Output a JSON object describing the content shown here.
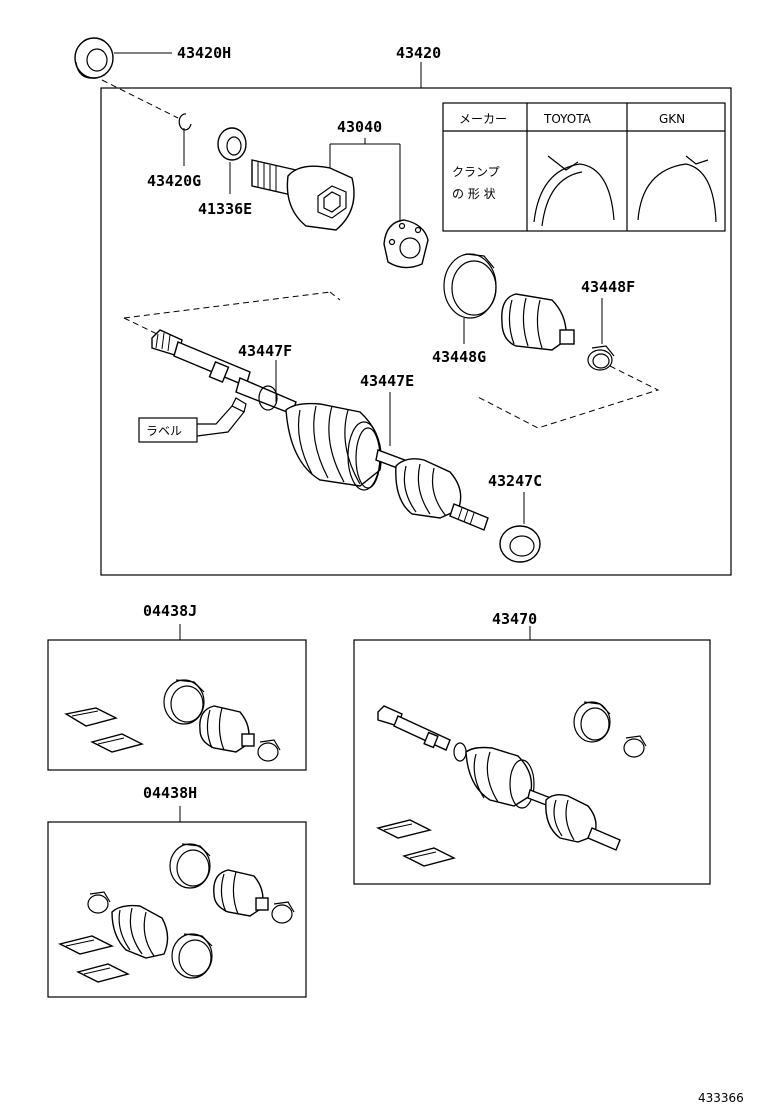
{
  "parts": {
    "p43420H": "43420H",
    "p43420": "43420",
    "p43420G": "43420G",
    "p41336E": "41336E",
    "p43040": "43040",
    "p43448F": "43448F",
    "p43448G": "43448G",
    "p43447F": "43447F",
    "p43447E": "43447E",
    "p43247C": "43247C",
    "p04438J": "04438J",
    "p04438H": "04438H",
    "p43470": "43470"
  },
  "label_tag": "ラベル",
  "clamp_table": {
    "header_maker": "メーカー",
    "header_toyota": "TOYOTA",
    "header_gkn": "GKN",
    "row_label_line1": "クランプ",
    "row_label_line2": "の 形 状"
  },
  "diagram_id": "433366"
}
